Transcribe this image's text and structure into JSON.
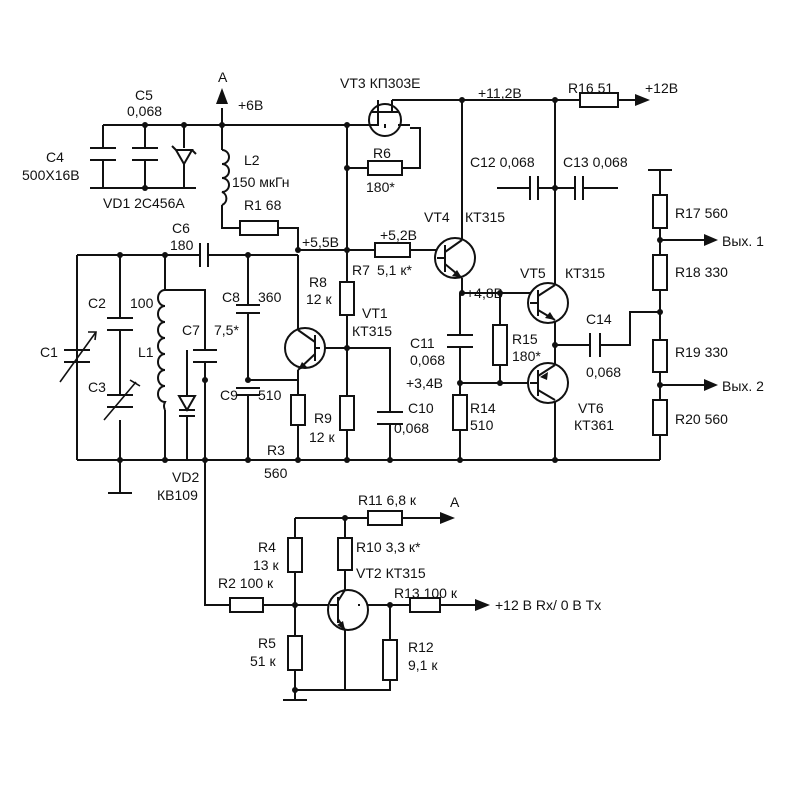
{
  "labels": {
    "vt3": "VT3  КП303Е",
    "node_11_2": "+11,2В",
    "r16": "R16  51",
    "plus12": "+12В",
    "a_top": "A",
    "plus6": "+6В",
    "c5": "C5",
    "c5_val": "0,068",
    "c4": "C4",
    "c4_val": "500X16В",
    "vd1": "VD1  2С456А",
    "r6": "R6",
    "r6_val": "180*",
    "l2": "L2",
    "l2_val": "150 мкГн",
    "r1": "R1  68",
    "c12": "C12  0,068",
    "c13": "C13  0,068",
    "r17": "R17  560",
    "out1": "Вых. 1",
    "c6": "C6",
    "c6_val": "180",
    "node_5_5": "+5,5В",
    "node_5_2": "+5,2В",
    "r7": "R7",
    "r7_val": "5,1 к*",
    "vt4": "VT4",
    "vt4_type": "КТ315",
    "r18": "R18  330",
    "vt5": "VT5",
    "vt5_type": "КТ315",
    "c2": "C2",
    "c2_val": "100",
    "c8": "C8",
    "c8_val": "360",
    "r8": "R8",
    "r8_val": "12 к",
    "node_4_8": "+4,8В",
    "vt1": "VT1",
    "vt1_type": "КТ315",
    "c7": "C7",
    "c7_val": "7,5*",
    "c14": "C14",
    "r15": "R15",
    "r15_val": "180*",
    "r19": "R19  330",
    "c1": "C1",
    "l1": "L1",
    "c11": "C11",
    "c11_val": "0,068",
    "c3": "C3",
    "c9": "C9",
    "c9_val": "510",
    "node_3_4": "+3,4В",
    "c14_val": "0,068",
    "out2": "Вых. 2",
    "c10": "C10",
    "c10_val": "0,068",
    "r9": "R9",
    "r9_val": "12 к",
    "r14": "R14",
    "r14_val": "510",
    "vt6": "VT6",
    "vt6_type": "КТ361",
    "r20": "R20  560",
    "r3": "R3",
    "r3_val": "560",
    "vd2": "VD2",
    "vd2_type": "КВ109",
    "r11": "R11  6,8 к",
    "a_bottom": "A",
    "r4": "R4",
    "r4_val": "13 к",
    "r10": "R10  3,3 к*",
    "vt2": "VT2  КТ315",
    "r2": "R2  100 к",
    "r13": "R13  100 к",
    "rxtx": "+12 В Rx/ 0 В Tx",
    "r5": "R5",
    "r5_val": "51 к",
    "r12": "R12",
    "r12_val": "9,1 к"
  }
}
